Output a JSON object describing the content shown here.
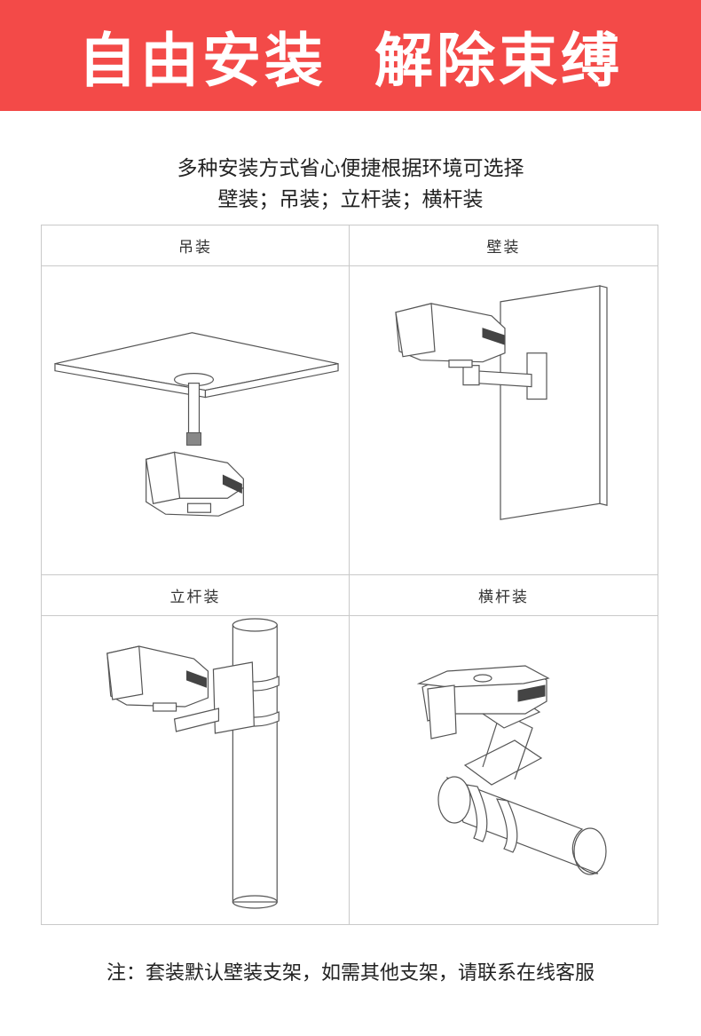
{
  "banner": {
    "title": "自由安装  解除束缚",
    "color": "#f34a48"
  },
  "intro": {
    "line1": "多种安装方式省心便捷根据环境可选择",
    "line2": "壁装；吊装；立杆装；横杆装"
  },
  "panels": [
    {
      "label": "吊装",
      "icon": "ceiling-mount-illustration"
    },
    {
      "label": "壁装",
      "icon": "wall-mount-illustration"
    },
    {
      "label": "立杆装",
      "icon": "pole-mount-illustration"
    },
    {
      "label": "横杆装",
      "icon": "horizontal-pole-mount-illustration"
    }
  ],
  "note": "注：套装默认壁装支架，如需其他支架，请联系在线客服"
}
